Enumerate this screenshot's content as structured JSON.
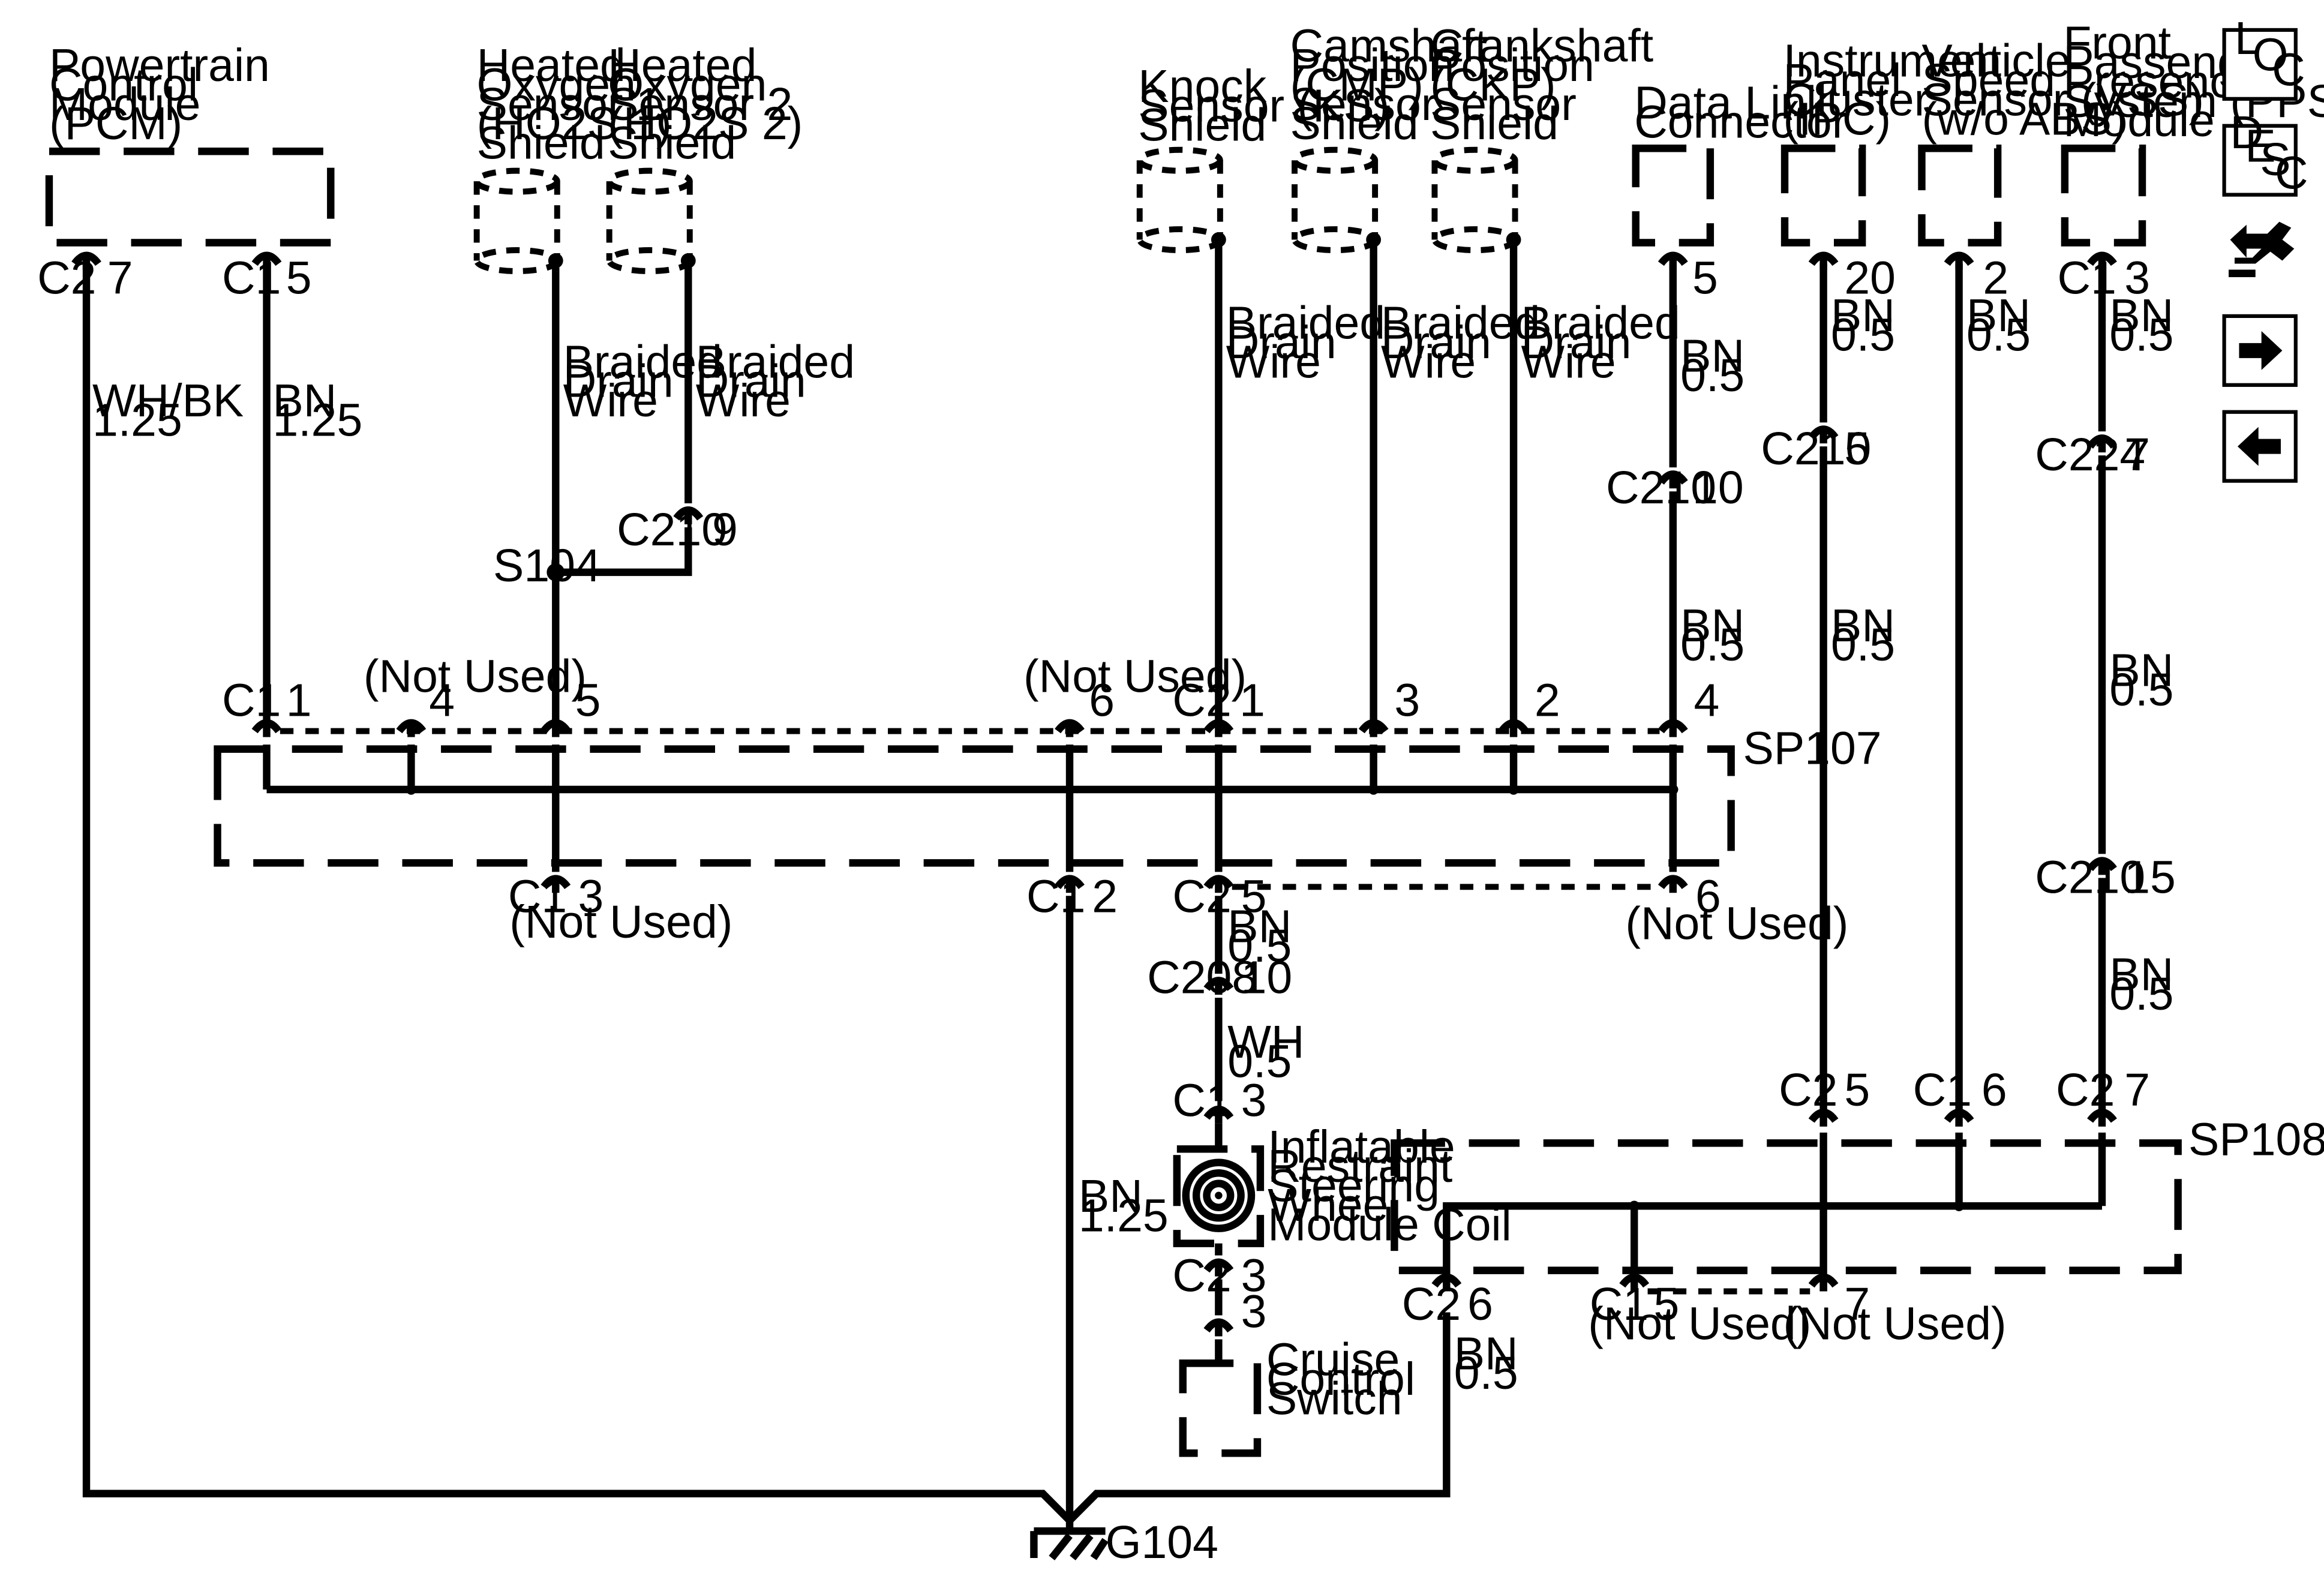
{
  "components": {
    "pcm": [
      "Powertrain",
      "Control",
      "Module",
      "(PCM)"
    ],
    "ho2s1": [
      "Heated",
      "Oxygen",
      "Sensor 1",
      "(HO2S 1)",
      "Shield"
    ],
    "ho2s2": [
      "Heated",
      "Oxygen",
      "Sensor 2",
      "(HO2S 2)",
      "Shield"
    ],
    "ks": [
      "Knock",
      "Sensor (KS)",
      "Shield"
    ],
    "cmp": [
      "Camshaft",
      "Position",
      "(CMP)",
      "Sensor",
      "Shield"
    ],
    "ckp": [
      "Crankshaft",
      "Position",
      "(CKP)",
      "Sensor",
      "Shield"
    ],
    "dlc": [
      "Data Link",
      "Connector"
    ],
    "ipc": [
      "Instrument",
      "Panel",
      "Cluster",
      "(IPC)"
    ],
    "vss": [
      "Vehicle",
      "Speed",
      "Sensor (VSS)",
      "(w/o ABS)"
    ],
    "pps": [
      "Front",
      "Passenger",
      "Presence",
      "System (PPS)",
      "Module"
    ],
    "coil": [
      "Inflatable",
      "Restraint",
      "Steering",
      "Wheel",
      "Module Coil"
    ],
    "cruise": [
      "Cruise",
      "Control",
      "Switch"
    ]
  },
  "wires": {
    "wh_bk_125": [
      "WH/BK",
      "1.25"
    ],
    "bn_125": [
      "BN",
      "1.25"
    ],
    "bn_05": [
      "BN",
      "0.5"
    ],
    "wh_05": [
      "WH",
      "0.5"
    ],
    "braided": [
      "Braided",
      "Drain",
      "Wire"
    ]
  },
  "labels": {
    "c1": "C1",
    "c2": "C2",
    "c208": "C208",
    "c210": "C210",
    "c224": "C224",
    "s104": "S104",
    "sp107": "SP107",
    "sp108": "SP108",
    "g104": "G104",
    "not_used": "(Not Used)",
    "p1": "1",
    "p2": "2",
    "p3": "3",
    "p4": "4",
    "p5": "5",
    "p6": "6",
    "p7": "7",
    "p9": "9",
    "p10": "10",
    "p15": "15",
    "p20": "20"
  },
  "nav": {
    "loc": [
      "L",
      "O",
      "C"
    ],
    "desc": [
      "D",
      "E",
      "S",
      "C"
    ]
  }
}
